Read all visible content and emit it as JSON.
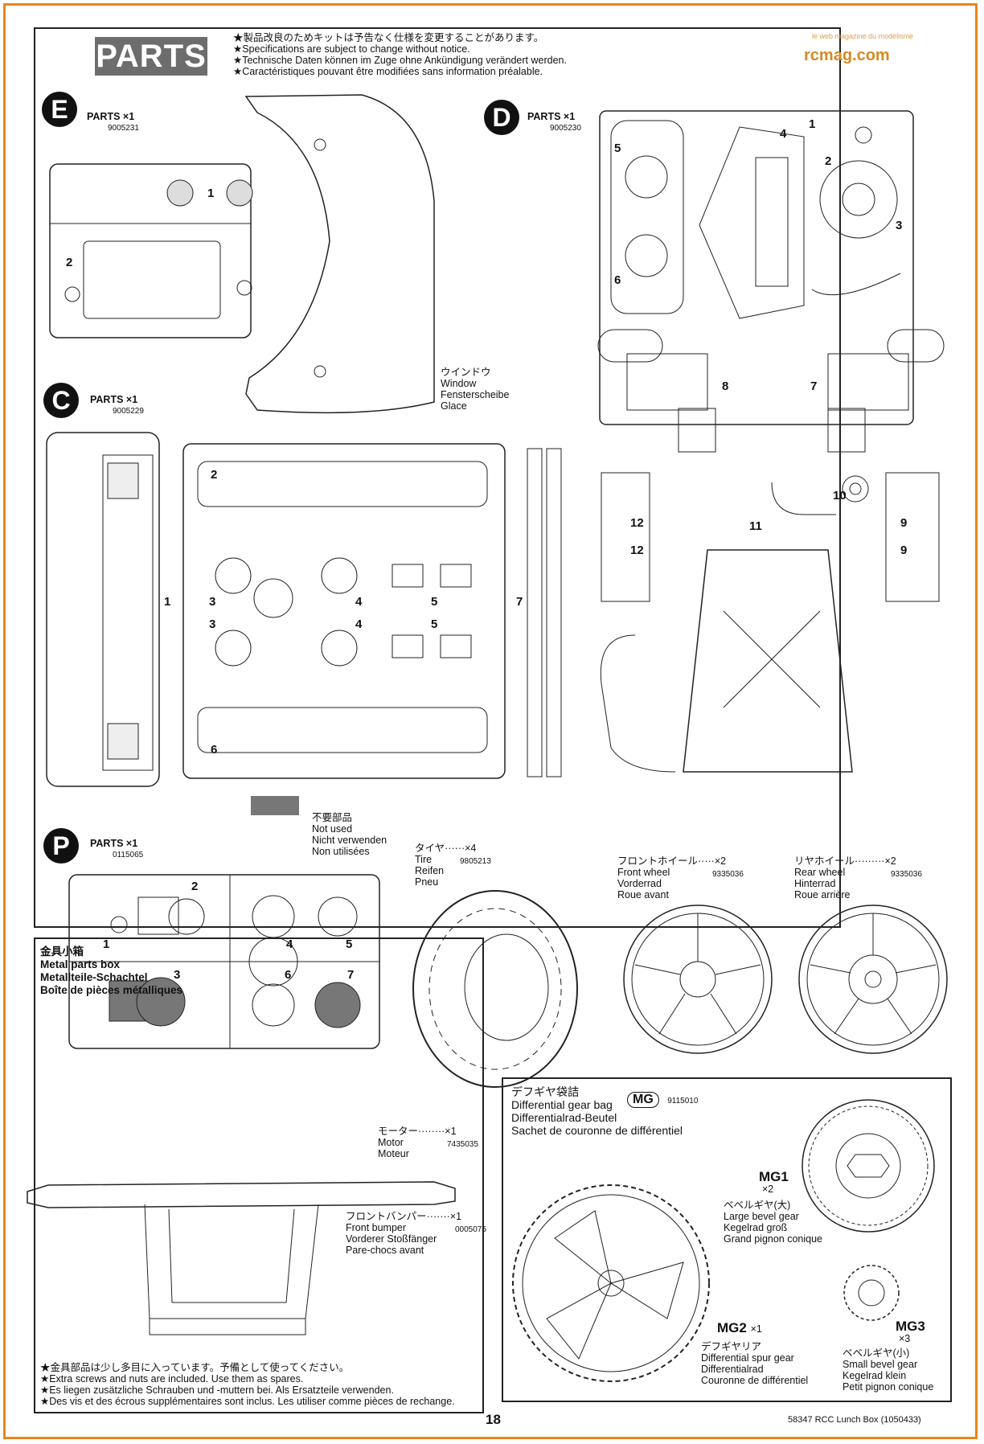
{
  "header": {
    "title": "PARTS",
    "notices": [
      "★製品改良のためキットは予告なく仕様を変更することがあります。",
      "★Specifications are subject to change without notice.",
      "★Technische Daten können im Zuge ohne Ankündigung verändert werden.",
      "★Caractéristiques pouvant être modifiées sans information préalable."
    ],
    "watermark": "rcmag.com",
    "watermark_sub": "le web magazine du modélisme"
  },
  "sprues": {
    "E": {
      "letter": "E",
      "label": "PARTS ×1",
      "code": "9005231",
      "parts": [
        "1",
        "2"
      ]
    },
    "D": {
      "letter": "D",
      "label": "PARTS ×1",
      "code": "9005230",
      "parts": [
        "1",
        "2",
        "3",
        "4",
        "5",
        "6",
        "7",
        "8"
      ]
    },
    "C": {
      "letter": "C",
      "label": "PARTS ×1",
      "code": "9005229",
      "parts": [
        "1",
        "2",
        "3",
        "4",
        "5",
        "6",
        "7",
        "3",
        "4",
        "5"
      ]
    },
    "P": {
      "letter": "P",
      "label": "PARTS ×1",
      "code": "0115065",
      "parts": [
        "1",
        "2",
        "3",
        "4",
        "5",
        "6",
        "7"
      ]
    },
    "D2_parts": [
      "9",
      "9",
      "10",
      "11",
      "12",
      "12"
    ]
  },
  "window": {
    "lines": [
      "ウインドウ",
      "Window",
      "Fensterscheibe",
      "Glace"
    ]
  },
  "unused": {
    "lines": [
      "不要部品",
      "Not used",
      "Nicht verwenden",
      "Non utilisées"
    ]
  },
  "tire": {
    "title": "タイヤ······×4",
    "code": "9805213",
    "lines": [
      "Tire",
      "Reifen",
      "Pneu"
    ]
  },
  "front_wheel": {
    "title": "フロントホイール·····×2",
    "code": "9335036",
    "lines": [
      "Front wheel",
      "Vorderrad",
      "Roue avant"
    ]
  },
  "rear_wheel": {
    "title": "リヤホイール·········×2",
    "code": "9335036",
    "lines": [
      "Rear wheel",
      "Hinterrad",
      "Roue arrière"
    ]
  },
  "metal_box": {
    "lines": [
      "金具小箱",
      "Metal parts box",
      "Metallteile-Schachtel",
      "Boîte de pièces métalliques"
    ],
    "motor": {
      "title": "モーター········×1",
      "code": "7435035",
      "lines": [
        "Motor",
        "Moteur"
      ]
    },
    "bumper": {
      "title": "フロントバンパー·······×1",
      "code": "0005075",
      "lines": [
        "Front bumper",
        "Vorderer Stoßfänger",
        "Pare-chocs avant"
      ]
    },
    "notes": [
      "★金具部品は少し多目に入っています。予備として使ってください。",
      "★Extra screws and nuts are included. Use them as spares.",
      "★Es liegen zusätzliche Schrauben und -muttern bei. Als Ersatzteile verwenden.",
      "★Des vis et des écrous supplémentaires sont inclus. Les utiliser comme pièces de rechange."
    ]
  },
  "diff_bag": {
    "lines": [
      "デフギヤ袋詰",
      "Differential gear bag",
      "Differentialrad-Beutel",
      "Sachet de couronne de différentiel"
    ],
    "badge": "MG",
    "code": "9115010",
    "mg1": {
      "name": "MG1",
      "qty": "×2",
      "lines": [
        "ベベルギヤ(大)",
        "Large bevel gear",
        "Kegelrad groß",
        "Grand pignon conique"
      ]
    },
    "mg2": {
      "name": "MG2",
      "qty": "×1",
      "lines": [
        "デフギヤリア",
        "Differential spur gear",
        "Differentialrad",
        "Couronne de différentiel"
      ]
    },
    "mg3": {
      "name": "MG3",
      "qty": "×3",
      "lines": [
        "ベベルギヤ(小)",
        "Small bevel gear",
        "Kegelrad klein",
        "Petit pignon conique"
      ]
    }
  },
  "footer": {
    "page": "18",
    "product": "58347  RCC Lunch Box (1050433)"
  }
}
